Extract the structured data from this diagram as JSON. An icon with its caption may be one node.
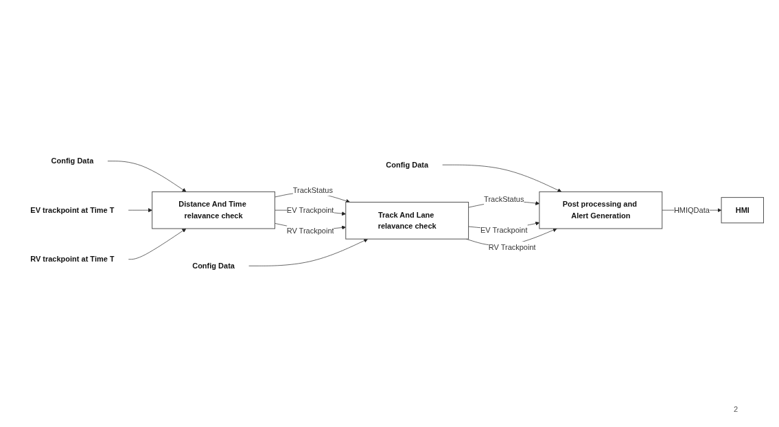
{
  "diagram": {
    "nodes": [
      {
        "text": [
          "HMI"
        ]
      },
      {
        "text": [
          "Post processing and Alert Generation"
        ]
      },
      {
        "text": [
          "Config Data"
        ]
      },
      {
        "text": [
          "Distance And Time relavance check"
        ]
      },
      {
        "text": [
          "Track And Lane relavance check"
        ]
      },
      {
        "text": [
          "Config Data"
        ]
      },
      {
        "text": [
          "EV trackpoint at Time T"
        ]
      },
      {
        "text": [
          "RV trackpoint at Time T"
        ]
      },
      {
        "text": [
          "Config Data"
        ]
      }
    ],
    "edges": [
      {
        "from": 1,
        "to": 0,
        "arrow": "to",
        "label": "HMIQData"
      },
      {
        "from": 2,
        "to": 1,
        "arrow": "to"
      },
      {
        "from": 5,
        "to": 3,
        "arrow": "to"
      },
      {
        "from": 6,
        "to": 3,
        "arrow": "to"
      },
      {
        "from": 7,
        "to": 3,
        "arrow": "to"
      },
      {
        "from": 3,
        "to": 4,
        "arrow": "to",
        "label": "TrackStatus"
      },
      {
        "from": 3,
        "to": 4,
        "arrow": "to",
        "label": "EV Trackpoint"
      },
      {
        "from": 3,
        "to": 4,
        "arrow": "to",
        "label": "RV Trackpoint"
      },
      {
        "from": 4,
        "to": 1,
        "arrow": "to",
        "label": "TrackStatus"
      },
      {
        "from": 4,
        "to": 1,
        "arrow": "to",
        "label": "EV Trackpoint"
      },
      {
        "from": 4,
        "to": 1,
        "arrow": "to",
        "label": "RV Trackpoint"
      },
      {
        "from": 8,
        "to": 4,
        "arrow": "to"
      }
    ],
    "labels": [
      "2"
    ]
  }
}
